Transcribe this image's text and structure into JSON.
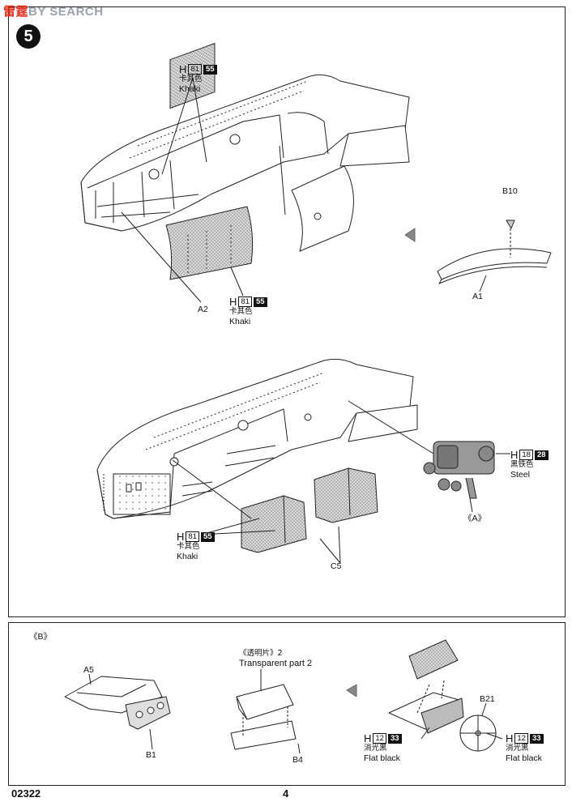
{
  "watermark": {
    "part1": "雷霆",
    "part2": "BY SEARCH"
  },
  "step": "5",
  "paint": {
    "khaki": {
      "prefix": "H",
      "n1": "81",
      "n2": "55",
      "cn": "卡其色",
      "en": "Khaki"
    },
    "steel": {
      "prefix": "H",
      "n1": "18",
      "n2": "28",
      "cn": "黑铁色",
      "en": "Steel"
    },
    "flatblack": {
      "prefix": "H",
      "n1": "12",
      "n2": "33",
      "cn": "消光黑",
      "en": "Flat black"
    }
  },
  "parts": {
    "a2": "A2",
    "b10": "B10",
    "a1": "A1",
    "c5": "C5",
    "a_ref": "《A》",
    "b_ref": "《B》",
    "a5": "A5",
    "b1": "B1",
    "b4": "B4",
    "b21": "B21"
  },
  "transparent": {
    "cn": "《透明片》2",
    "en": "Transparent part 2"
  },
  "footer": {
    "code": "02322",
    "page": "4"
  }
}
